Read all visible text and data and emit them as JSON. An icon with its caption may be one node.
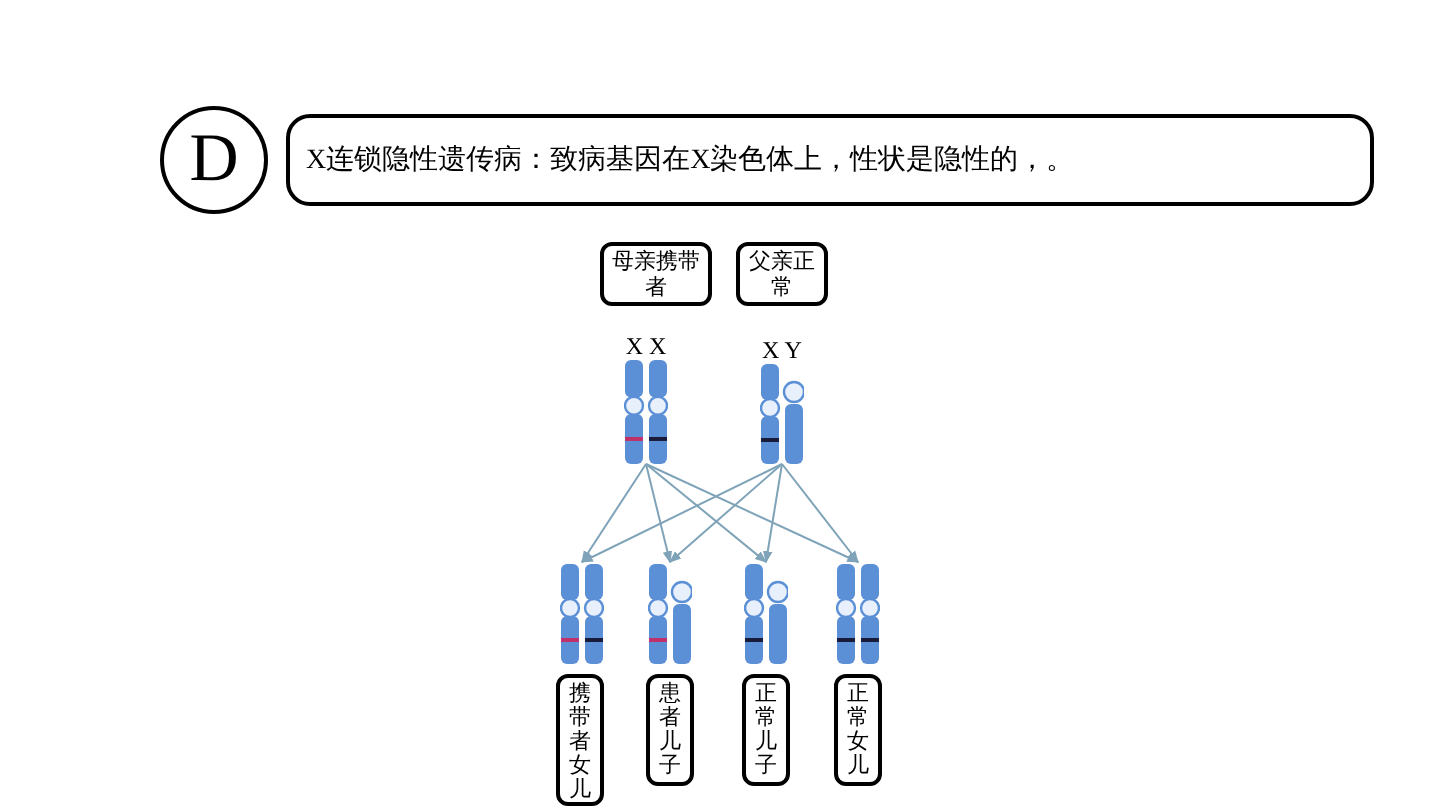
{
  "diagram": {
    "nodes": [
      {
        "text": [
          "D"
        ]
      },
      {
        "text": [
          "X连锁隐性遗传病：致病基因在X染色体上，性状是隐性的，。"
        ]
      },
      {
        "text": [
          "母亲携带者"
        ]
      },
      {
        "text": [
          "父亲正常"
        ]
      },
      {
        "text": [],
        "shape": "picture",
        "beside": [
          "X X"
        ]
      },
      {
        "text": [],
        "shape": "picture",
        "beside": [
          "X Y"
        ]
      },
      {
        "text": [],
        "shape": "picture"
      },
      {
        "text": [],
        "shape": "picture"
      },
      {
        "text": [],
        "shape": "picture"
      },
      {
        "text": [],
        "shape": "picture"
      },
      {
        "text": [
          "携带者女儿"
        ]
      },
      {
        "text": [
          "患者儿子"
        ]
      },
      {
        "text": [
          "正常儿子"
        ]
      },
      {
        "text": [
          "正常女儿"
        ]
      }
    ],
    "edges": [
      {
        "from": 4,
        "to": 6,
        "arrow": "to"
      },
      {
        "from": 4,
        "to": 7,
        "arrow": "to"
      },
      {
        "from": 4,
        "to": 8,
        "arrow": "to"
      },
      {
        "from": 4,
        "to": 9,
        "arrow": "to"
      },
      {
        "from": 5,
        "to": 6,
        "arrow": "to"
      },
      {
        "from": 5,
        "to": 7,
        "arrow": "to"
      },
      {
        "from": 5,
        "to": 8,
        "arrow": "to"
      },
      {
        "from": 5,
        "to": 9,
        "arrow": "to"
      }
    ]
  }
}
